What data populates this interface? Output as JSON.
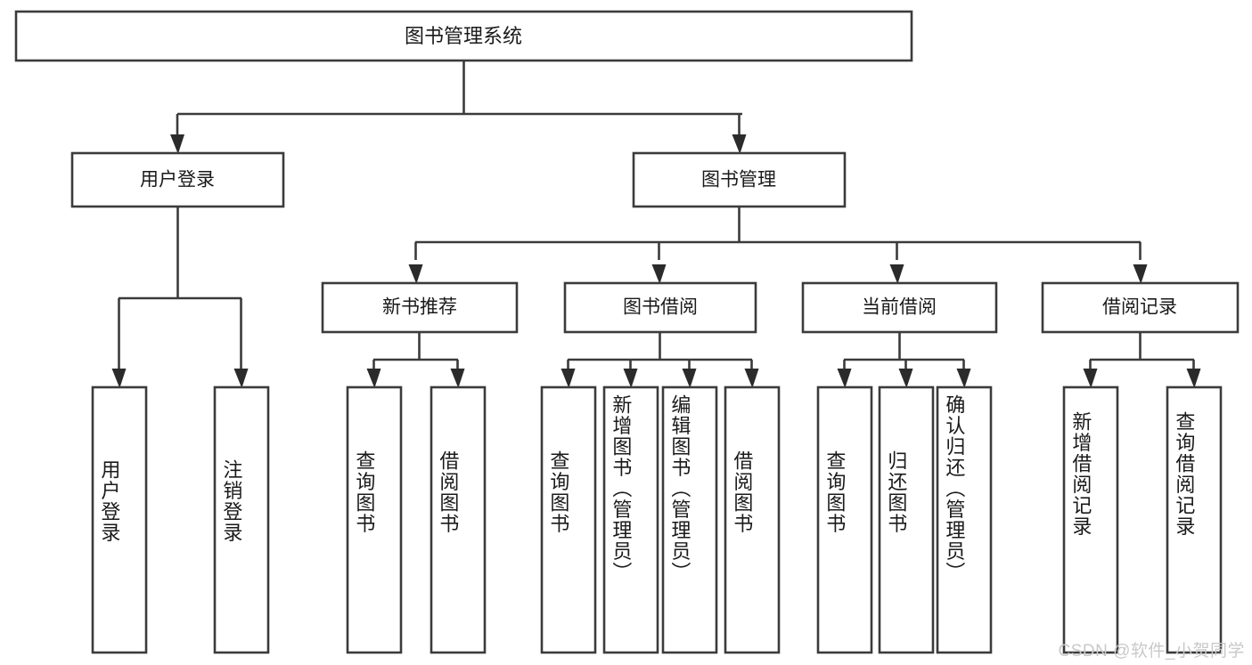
{
  "diagram": {
    "type": "tree-hierarchy",
    "title": "图书管理系统",
    "orientation": "top-down",
    "watermark": "CSDN @软件_小贺同学",
    "colors": {
      "box_fill": "#ffffff",
      "box_stroke": "#3b3b3b",
      "connector": "#3b3b3b",
      "text": "#1a1a1a",
      "watermark": "#c9c9c9",
      "background": "#ffffff"
    },
    "root": {
      "id": "root",
      "label": "图书管理系统"
    },
    "level2": [
      {
        "id": "user-login",
        "label": "用户登录"
      },
      {
        "id": "book-management",
        "label": "图书管理"
      }
    ],
    "level3": [
      {
        "id": "new-book-recommend",
        "label": "新书推荐"
      },
      {
        "id": "book-borrow",
        "label": "图书借阅"
      },
      {
        "id": "current-borrow",
        "label": "当前借阅"
      },
      {
        "id": "borrow-record",
        "label": "借阅记录"
      }
    ],
    "leaves": {
      "user_login": [
        {
          "id": "leaf-user-login",
          "label": "用户登录"
        },
        {
          "id": "leaf-logout-login",
          "label": "注销登录"
        }
      ],
      "new_book_recommend": [
        {
          "id": "leaf-query-book-1",
          "label": "查询图书"
        },
        {
          "id": "leaf-borrow-book-1",
          "label": "借阅图书"
        }
      ],
      "book_borrow": [
        {
          "id": "leaf-query-book-2",
          "label": "查询图书"
        },
        {
          "id": "leaf-add-book",
          "label": "新增图书（管理员）"
        },
        {
          "id": "leaf-edit-book",
          "label": "编辑图书（管理员）"
        },
        {
          "id": "leaf-borrow-book-2",
          "label": "借阅图书"
        }
      ],
      "current_borrow": [
        {
          "id": "leaf-query-book-3",
          "label": "查询图书"
        },
        {
          "id": "leaf-return-book",
          "label": "归还图书"
        },
        {
          "id": "leaf-confirm-return",
          "label": "确认归还（管理员）"
        }
      ],
      "borrow_record": [
        {
          "id": "leaf-add-borrow-record",
          "label": "新增借阅记录"
        },
        {
          "id": "leaf-query-borrow-record",
          "label": "查询借阅记录"
        }
      ]
    }
  }
}
